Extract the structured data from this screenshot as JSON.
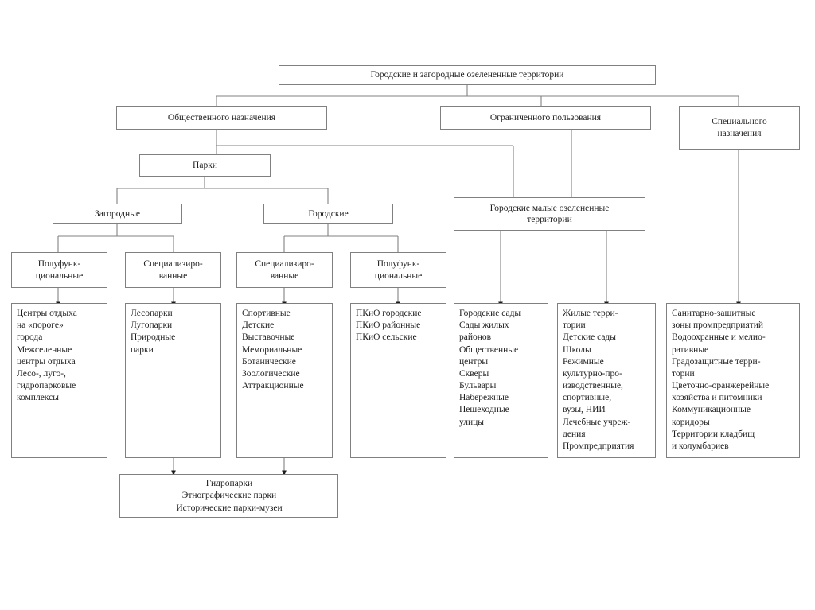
{
  "diagram": {
    "title": "Городские и загородные озелененные территории",
    "line_color": "#808080",
    "arrow_color": "#1a1a1a",
    "background": "#ffffff",
    "nodes": {
      "root": "Городские и загородные озелененные территории",
      "public": "Общественного назначения",
      "limited": "Ограниченного пользования",
      "special": "Специального\nназначения",
      "parks": "Парки",
      "suburban": "Загородные",
      "urban": "Городские",
      "small_urban": "Городские малые озелененные\nтерритории",
      "suburban_multi": "Полуфунк-\nциональные",
      "suburban_spec": "Специализиро-\nванные",
      "urban_spec": "Специализиро-\nванные",
      "urban_multi": "Полуфунк-\nциональные"
    },
    "lists": {
      "suburban_multi_items": "Центры отдыха\nна «пороге»\nгорода\nМежселенные\nцентры отдыха\nЛесо-, луго-,\nгидропарковые\nкомплексы",
      "suburban_spec_items": "Лесопарки\nЛугопарки\nПриродные\nпарки",
      "urban_spec_items": "Спортивные\nДетские\nВыставочные\nМемориальные\nБотанические\nЗоологические\nАттракционные",
      "urban_multi_items": "ПКиО городские\nПКиО районные\nПКиО сельские",
      "small_urban_items": "Городские сады\nСады жилых\nрайонов\nОбщественные\nцентры\nСкверы\nБульвары\nНабережные\nПешеходные\nулицы",
      "limited_items": "Жилые терри-\nтории\nДетские сады\nШколы\nРежимные\nкультурно-про-\nизводственные,\nспортивные,\nвузы, НИИ\nЛечебные учреж-\nдения\nПромпредприятия",
      "special_items": "Санитарно-защитные\nзоны промпредприятий\nВодоохранные и мелио-\nративные\nГрадозащитные терри-\nтории\nЦветочно-оранжерейные\nхозяйства и питомники\nКоммуникационные\nкоридоры\nТерритории кладбищ\nи колумбариев",
      "bottom_items": "Гидропарки\nЭтнографические парки\nИсторические парки-музеи"
    }
  }
}
